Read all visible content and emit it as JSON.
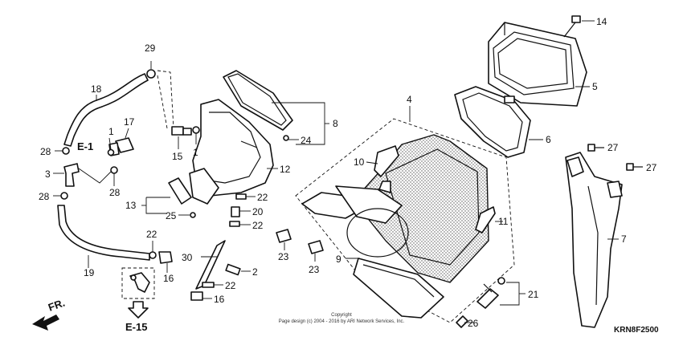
{
  "callouts": [
    {
      "id": "p1",
      "text": "1"
    },
    {
      "id": "p1b",
      "text": "1"
    },
    {
      "id": "p2",
      "text": "2"
    },
    {
      "id": "p3",
      "text": "3"
    },
    {
      "id": "p4",
      "text": "4"
    },
    {
      "id": "p5",
      "text": "5"
    },
    {
      "id": "p6",
      "text": "6"
    },
    {
      "id": "p7",
      "text": "7"
    },
    {
      "id": "p8",
      "text": "8"
    },
    {
      "id": "p9",
      "text": "9"
    },
    {
      "id": "p10",
      "text": "10"
    },
    {
      "id": "p11",
      "text": "11"
    },
    {
      "id": "p12",
      "text": "12"
    },
    {
      "id": "p13",
      "text": "13"
    },
    {
      "id": "p14",
      "text": "14"
    },
    {
      "id": "p15",
      "text": "15"
    },
    {
      "id": "p16a",
      "text": "16"
    },
    {
      "id": "p16b",
      "text": "16"
    },
    {
      "id": "p17",
      "text": "17"
    },
    {
      "id": "p18",
      "text": "18"
    },
    {
      "id": "p19",
      "text": "19"
    },
    {
      "id": "p20",
      "text": "20"
    },
    {
      "id": "p21",
      "text": "21"
    },
    {
      "id": "p22a",
      "text": "22"
    },
    {
      "id": "p22b",
      "text": "22"
    },
    {
      "id": "p22c",
      "text": "22"
    },
    {
      "id": "p22d",
      "text": "22"
    },
    {
      "id": "p23a",
      "text": "23"
    },
    {
      "id": "p23b",
      "text": "23"
    },
    {
      "id": "p24",
      "text": "24"
    },
    {
      "id": "p25",
      "text": "25"
    },
    {
      "id": "p26",
      "text": "26"
    },
    {
      "id": "p27a",
      "text": "27"
    },
    {
      "id": "p27b",
      "text": "27"
    },
    {
      "id": "p28a",
      "text": "28"
    },
    {
      "id": "p28b",
      "text": "28"
    },
    {
      "id": "p28c",
      "text": "28"
    },
    {
      "id": "p29",
      "text": "29"
    },
    {
      "id": "p30",
      "text": "30"
    }
  ],
  "refs": {
    "e1": "E-1",
    "e15": "E-15",
    "front": "FR."
  },
  "copyright": {
    "line1": "Copyright",
    "line2": "Page design (c) 2004 - 2016 by ARI Network Services, Inc."
  },
  "diagram_code": "KRN8F2500"
}
